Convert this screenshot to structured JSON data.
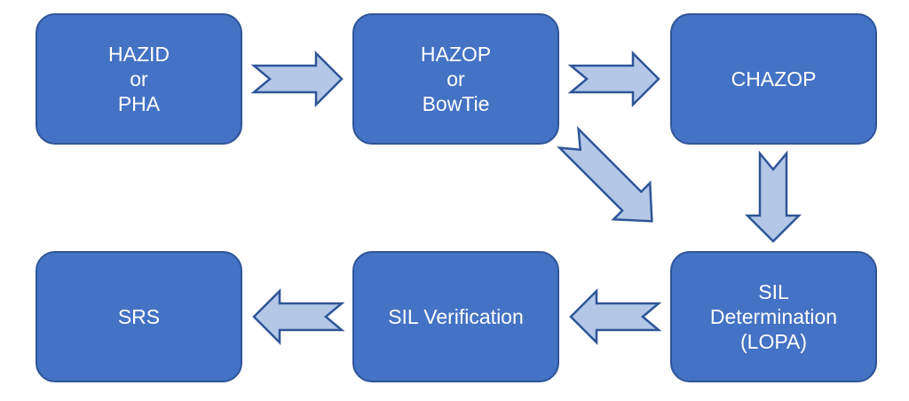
{
  "colors": {
    "box_fill": "#4472c4",
    "box_stroke": "#2f5597",
    "arrow_fill": "#b4c7e7",
    "arrow_stroke": "#2f5597"
  },
  "nodes": [
    {
      "id": "hazid",
      "label": "HAZID\nor\nPHA"
    },
    {
      "id": "hazop",
      "label": "HAZOP\nor\nBowTie"
    },
    {
      "id": "chazop",
      "label": "CHAZOP"
    },
    {
      "id": "sil-determination",
      "label": "SIL\nDetermination\n(LOPA)"
    },
    {
      "id": "sil-verification",
      "label": "SIL Verification"
    },
    {
      "id": "srs",
      "label": "SRS"
    }
  ],
  "edges": [
    {
      "from": "hazid",
      "to": "hazop"
    },
    {
      "from": "hazop",
      "to": "chazop"
    },
    {
      "from": "hazop",
      "to": "sil-determination"
    },
    {
      "from": "chazop",
      "to": "sil-determination"
    },
    {
      "from": "sil-determination",
      "to": "sil-verification"
    },
    {
      "from": "sil-verification",
      "to": "srs"
    }
  ]
}
